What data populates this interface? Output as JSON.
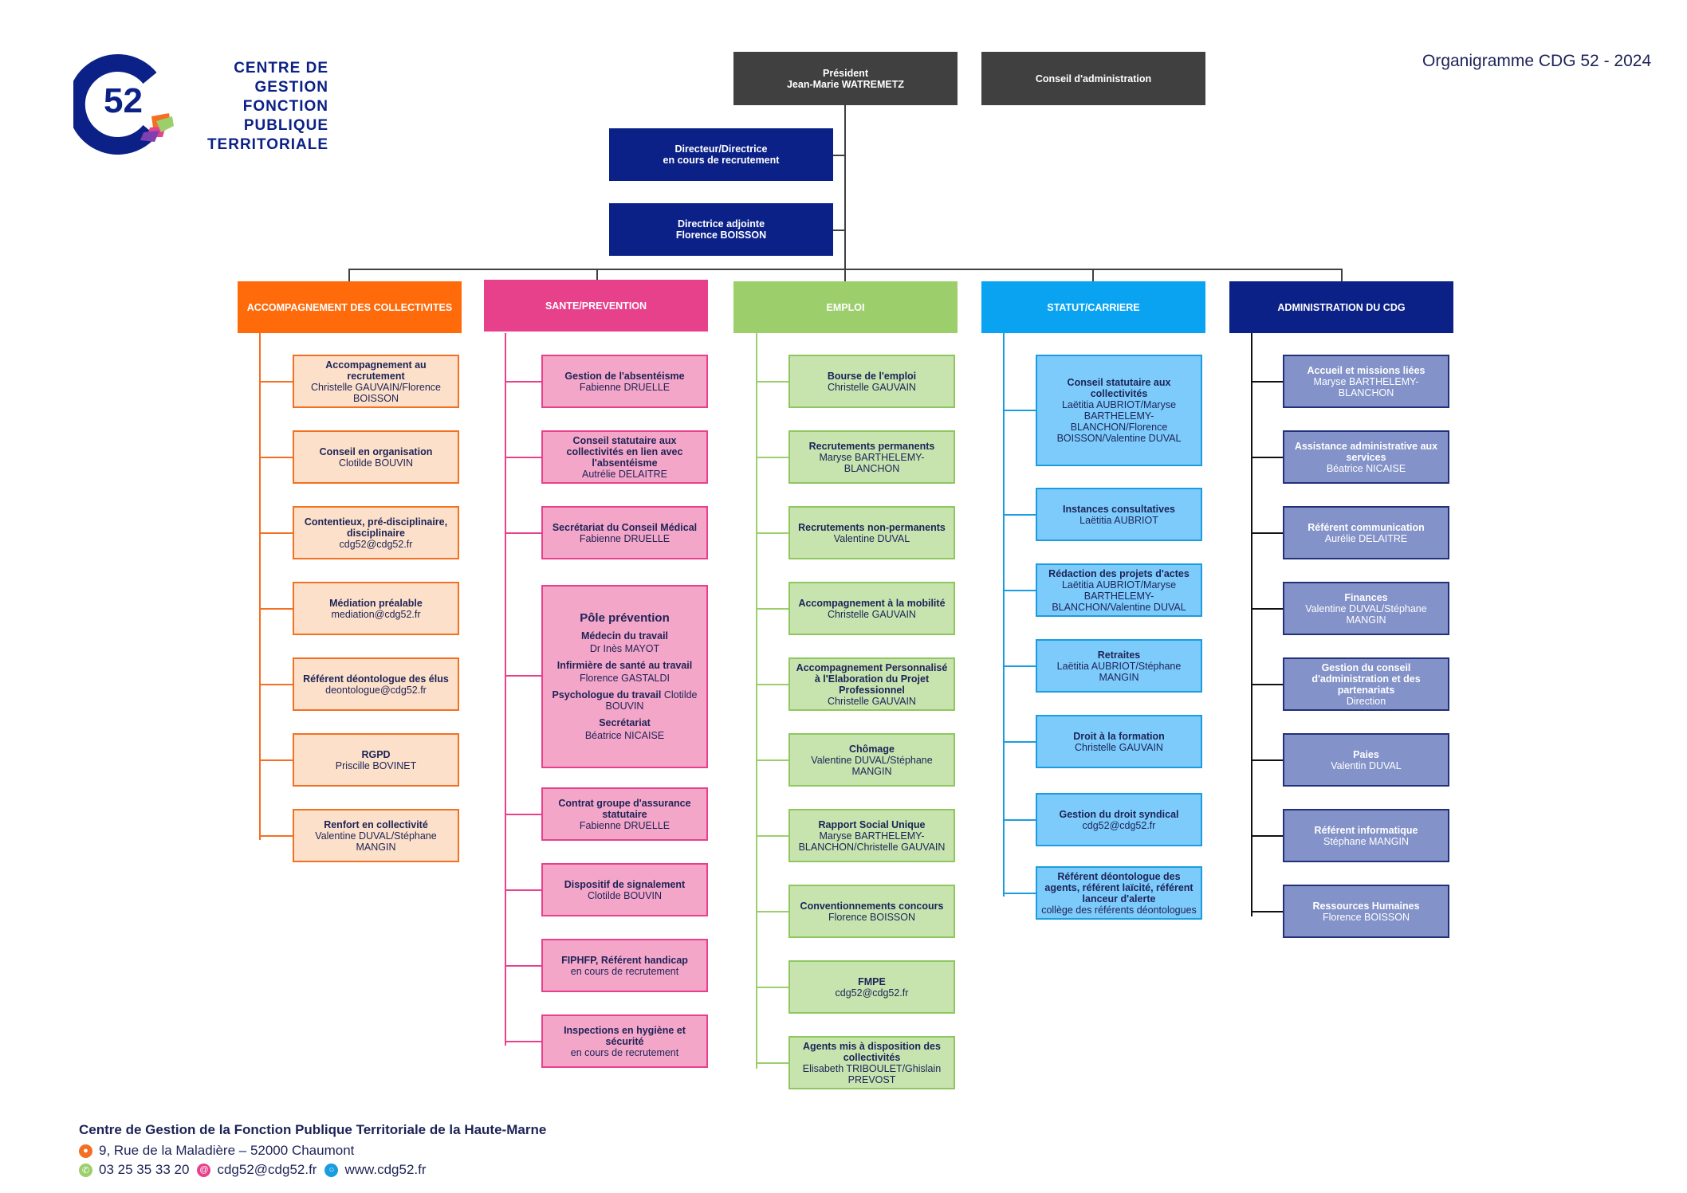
{
  "logo": {
    "number": "52",
    "line1": "CENTRE DE GESTION",
    "line2": "FONCTION PUBLIQUE",
    "line3": "TERRITORIALE"
  },
  "doc_title": "Organigramme CDG 52 - 2024",
  "president": {
    "title": "Président",
    "name": "Jean-Marie WATREMETZ"
  },
  "conseil": "Conseil d'administration",
  "directeur": {
    "title": "Directeur/Directrice",
    "name": "en cours de recrutement"
  },
  "adjointe": {
    "title": "Directrice adjointe",
    "name": "Florence BOISSON"
  },
  "colors": {
    "orange": "#f36f21",
    "pink": "#e8418b",
    "green": "#9ccf6c",
    "blue": "#1a9de0",
    "navy": "#0b2187",
    "dark": "#404040"
  },
  "columns": [
    {
      "title": "ACCOMPAGNEMENT DES COLLECTIVITES",
      "items": [
        {
          "title": "Accompagnement au recrutement",
          "name": "Christelle GAUVAIN/Florence BOISSON"
        },
        {
          "title": "Conseil en organisation",
          "name": "Clotilde BOUVIN"
        },
        {
          "title": "Contentieux, pré-disciplinaire, disciplinaire",
          "name": "cdg52@cdg52.fr"
        },
        {
          "title": "Médiation préalable",
          "name": "mediation@cdg52.fr"
        },
        {
          "title": "Référent déontologue des élus",
          "name": "deontologue@cdg52.fr"
        },
        {
          "title": "RGPD",
          "name": "Priscille BOVINET"
        },
        {
          "title": "Renfort en collectivité",
          "name": "Valentine DUVAL/Stéphane MANGIN"
        }
      ]
    },
    {
      "title": "SANTE/PREVENTION",
      "items": [
        {
          "title": "Gestion de l'absentéisme",
          "name": "Fabienne DRUELLE"
        },
        {
          "title": "Conseil statutaire aux collectivités en lien avec l'absentéisme",
          "name": "Autrélie DELAITRE"
        },
        {
          "title": "Secrétariat du Conseil Médical",
          "name": "Fabienne DRUELLE"
        },
        {
          "title": "Contrat groupe d'assurance statutaire",
          "name": "Fabienne DRUELLE"
        },
        {
          "title": "Dispositif de signalement",
          "name": "Clotilde BOUVIN"
        },
        {
          "title": "FIPHFP, Référent handicap",
          "name": "en cours de recrutement"
        },
        {
          "title": "Inspections en hygiène et sécurité",
          "name": "en cours de recrutement"
        }
      ],
      "pole": {
        "title": "Pôle prévention",
        "r1_title": "Médecin du travail",
        "r1_name": "Dr Inès  MAYOT",
        "r2_title": "Infirmière de santé au travail",
        "r2_name": "Florence GASTALDI",
        "r3_title": "Psychologue du travail",
        "r3_name": "Clotilde BOUVIN",
        "r4_title": "Secrétariat",
        "r4_name": "Béatrice NICAISE"
      }
    },
    {
      "title": "EMPLOI",
      "items": [
        {
          "title": "Bourse de l'emploi",
          "name": "Christelle GAUVAIN"
        },
        {
          "title": "Recrutements permanents",
          "name": "Maryse BARTHELEMY-BLANCHON"
        },
        {
          "title": "Recrutements non-permanents",
          "name": "Valentine DUVAL"
        },
        {
          "title": "Accompagnement à la mobilité",
          "name": "Christelle GAUVAIN"
        },
        {
          "title": "Accompagnement Personnalisé à l'Elaboration du Projet Professionnel",
          "name": "Christelle GAUVAIN"
        },
        {
          "title": "Chômage",
          "name": "Valentine DUVAL/Stéphane MANGIN"
        },
        {
          "title": "Rapport Social Unique",
          "name": "Maryse BARTHELEMY-BLANCHON/Christelle GAUVAIN"
        },
        {
          "title": "Conventionnements concours",
          "name": "Florence BOISSON"
        },
        {
          "title": "FMPE",
          "name": "cdg52@cdg52.fr"
        },
        {
          "title": "Agents mis à disposition des collectivités",
          "name": "Elisabeth TRIBOULET/Ghislain PREVOST"
        }
      ]
    },
    {
      "title": "STATUT/CARRIERE",
      "items": [
        {
          "title": "Conseil statutaire aux collectivités",
          "name": "Laëtitia AUBRIOT/Maryse BARTHELEMY-BLANCHON/Florence BOISSON/Valentine DUVAL"
        },
        {
          "title": "Instances consultatives",
          "name": "Laëtitia AUBRIOT"
        },
        {
          "title": "Rédaction des projets d'actes",
          "name": "Laëtitia AUBRIOT/Maryse BARTHELEMY-BLANCHON/Valentine DUVAL"
        },
        {
          "title": "Retraites",
          "name": "Laëtitia AUBRIOT/Stéphane MANGIN"
        },
        {
          "title": "Droit à la formation",
          "name": "Christelle GAUVAIN"
        },
        {
          "title": "Gestion du droit syndical",
          "name": "cdg52@cdg52.fr"
        },
        {
          "title": "Référent déontologue des agents, référent laïcité, référent lanceur d'alerte",
          "name": "collège des référents déontologues"
        }
      ]
    },
    {
      "title": "ADMINISTRATION DU CDG",
      "items": [
        {
          "title": "Accueil et missions liées",
          "name": "Maryse BARTHELEMY-BLANCHON"
        },
        {
          "title": "Assistance administrative aux services",
          "name": "Béatrice NICAISE"
        },
        {
          "title": "Référent communication",
          "name": "Aurélie DELAITRE"
        },
        {
          "title": "Finances",
          "name": "Valentine DUVAL/Stéphane MANGIN"
        },
        {
          "title": "Gestion du conseil d'administration et des partenariats",
          "name": "Direction"
        },
        {
          "title": "Paies",
          "name": "Valentin DUVAL"
        },
        {
          "title": "Référent informatique",
          "name": "Stéphane MANGIN"
        },
        {
          "title": "Ressources Humaines",
          "name": "Florence BOISSON"
        }
      ]
    }
  ],
  "footer": {
    "title": "Centre de Gestion de la Fonction Publique Territoriale de la Haute-Marne",
    "address": "9, Rue de la Maladière – 52000 Chaumont",
    "phone": "03 25 35 33 20",
    "email": "cdg52@cdg52.fr",
    "web": "www.cdg52.fr"
  }
}
